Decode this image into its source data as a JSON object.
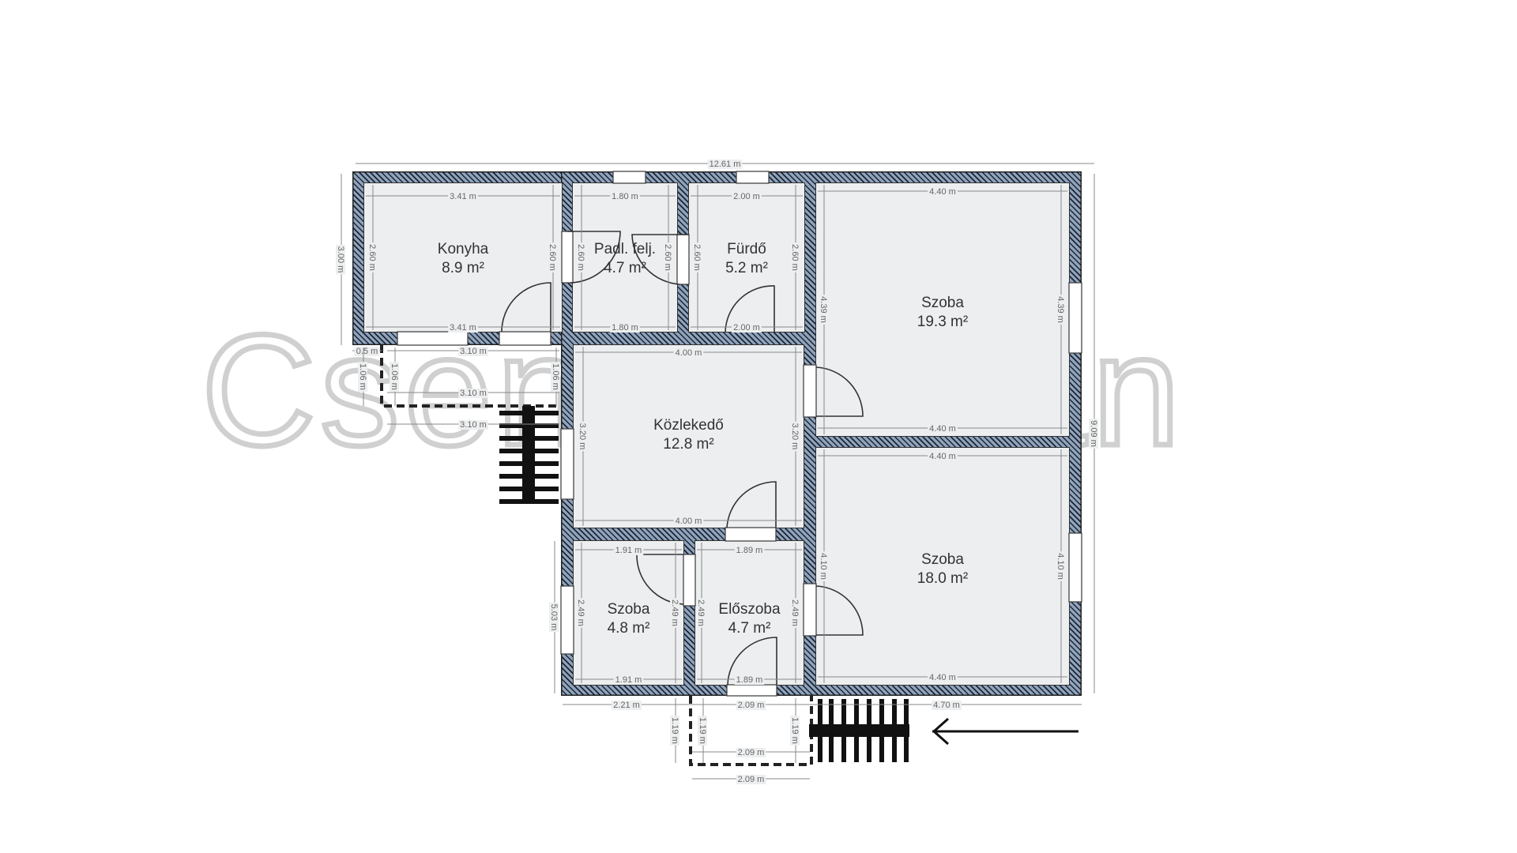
{
  "rooms": [
    {
      "name": "Konyha",
      "area": "8.9 m²"
    },
    {
      "name": "Padl. felj.",
      "area": "4.7 m²"
    },
    {
      "name": "Fürdő",
      "area": "5.2 m²"
    },
    {
      "name": "Szoba",
      "area": "19.3 m²"
    },
    {
      "name": "Közlekedő",
      "area": "12.8 m²"
    },
    {
      "name": "Szoba",
      "area": "18.0 m²"
    },
    {
      "name": "Szoba",
      "area": "4.8 m²"
    },
    {
      "name": "Előszoba",
      "area": "4.7 m²"
    }
  ],
  "dimensions": [
    "12.61 m",
    "3.00 m",
    "9.09 m",
    "3.41 m",
    "3.41 m",
    "2.60 m",
    "2.60 m",
    "1.80 m",
    "1.80 m",
    "2.60 m",
    "2.60 m",
    "2.00 m",
    "2.00 m",
    "2.60 m",
    "2.60 m",
    "4.40 m",
    "4.40 m",
    "4.39 m",
    "4.39 m",
    "4.40 m",
    "4.40 m",
    "4.10 m",
    "4.10 m",
    "4.00 m",
    "4.00 m",
    "3.20 m",
    "3.20 m",
    "0.5 m",
    "1.06 m",
    "1.06 m",
    "1.06 m",
    "3.10 m",
    "3.10 m",
    "3.10 m",
    "5.03 m",
    "1.91 m",
    "1.91 m",
    "2.49 m",
    "2.49 m",
    "1.89 m",
    "1.89 m",
    "2.49 m",
    "2.49 m",
    "2.21 m",
    "2.09 m",
    "4.70 m",
    "1.19 m",
    "1.19 m",
    "1.19 m",
    "2.09 m",
    "2.09 m"
  ],
  "watermark": "Csengegalan",
  "colors": {
    "wall": "#8fa3bd",
    "floor": "#eceeef",
    "dimension": "#666666"
  },
  "entrance_arrow": "arrow-left-icon"
}
